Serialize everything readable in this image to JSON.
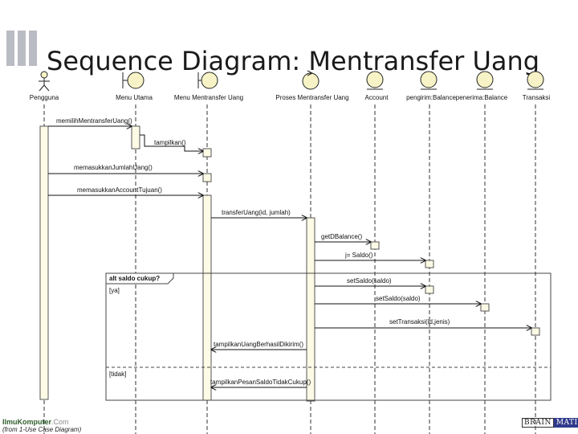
{
  "title": "Sequence Diagram: Mentransfer Uang",
  "participants": [
    {
      "id": "pengguna",
      "label": "Pengguna",
      "kind": "actor-icon"
    },
    {
      "id": "menu_utama",
      "label": "Menu Utama",
      "kind": "boundary-icon"
    },
    {
      "id": "menu_transfer",
      "label": "Menu Mentransfer Uang",
      "kind": "boundary-icon"
    },
    {
      "id": "proses_transfer",
      "label": "Proses Mentransfer Uang",
      "kind": "control-icon"
    },
    {
      "id": "account",
      "label": "Account",
      "kind": "entity-icon"
    },
    {
      "id": "pengirim",
      "label": "pengirim:Balance",
      "kind": "entity-icon"
    },
    {
      "id": "penerima",
      "label": "penerima:Balance",
      "kind": "entity-icon"
    },
    {
      "id": "transaksi",
      "label": "Transaksi",
      "kind": "entity-icon"
    }
  ],
  "messages": [
    {
      "label": "memilihMentransferUang()"
    },
    {
      "label": "tampilkan()"
    },
    {
      "label": "memasukkanJumlahUang()"
    },
    {
      "label": "memasukkanAccountTujuan()"
    },
    {
      "label": "transferUang(id, jumlah)"
    },
    {
      "label": "getDBalance()"
    },
    {
      "label": "j= Saldo()"
    },
    {
      "label": "setSaldo(saldo)"
    },
    {
      "label": "setSaldo(saldo)"
    },
    {
      "label": "setTransaksi(id,jenis)"
    },
    {
      "label": "tampilkanUangBerhasilDikirim()"
    },
    {
      "label": "tampilkanPesanSaldoTidakCukup()"
    }
  ],
  "fragment": {
    "label": "alt saldo cukup?",
    "guard_1": "[ya]",
    "guard_2": "[tidak]"
  },
  "watermark": {
    "site": "IlmuKomputer",
    "suffix": ".Com"
  },
  "footnote": "(from 1-Use Case Diagram)",
  "logo": {
    "part1": "BRAIN",
    "part2": "MATICS"
  },
  "colors": {
    "activation_fill": "#fdfbe6",
    "lifeline": "#333333",
    "icon_fill": "#f7f3c6",
    "logo_bg": "#2f3a8c"
  }
}
